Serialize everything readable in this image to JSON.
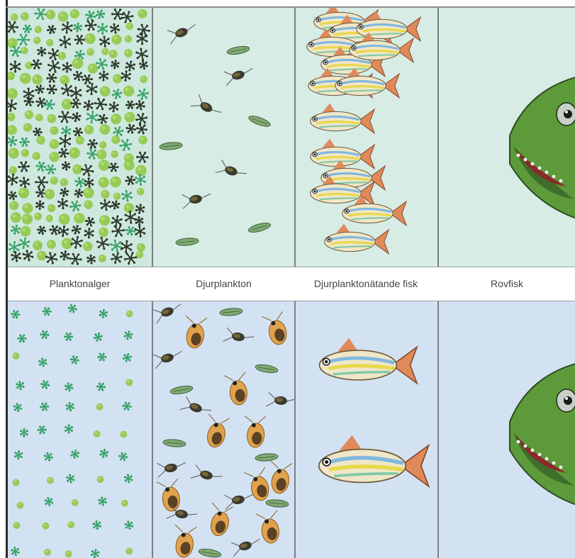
{
  "labels": {
    "col1": "Planktonalger",
    "col2": "Djurplankton",
    "col3": "Djurplanktonätande fisk",
    "col4": "Rovfisk"
  },
  "colors": {
    "top_panel_bg": "#d6ece4",
    "top_algae_bg": "#cfe8df",
    "bottom_panel_bg": "#d3e2f2",
    "algae_green": "#8dc641",
    "algae_dark": "#2e3a2a",
    "fish_body": "#f0e6c8",
    "fish_stripe_yellow": "#e8d84a",
    "fish_stripe_blue": "#7fb8e0",
    "fish_fin": "#e08a5c",
    "predator_green": "#5d9a3a"
  }
}
